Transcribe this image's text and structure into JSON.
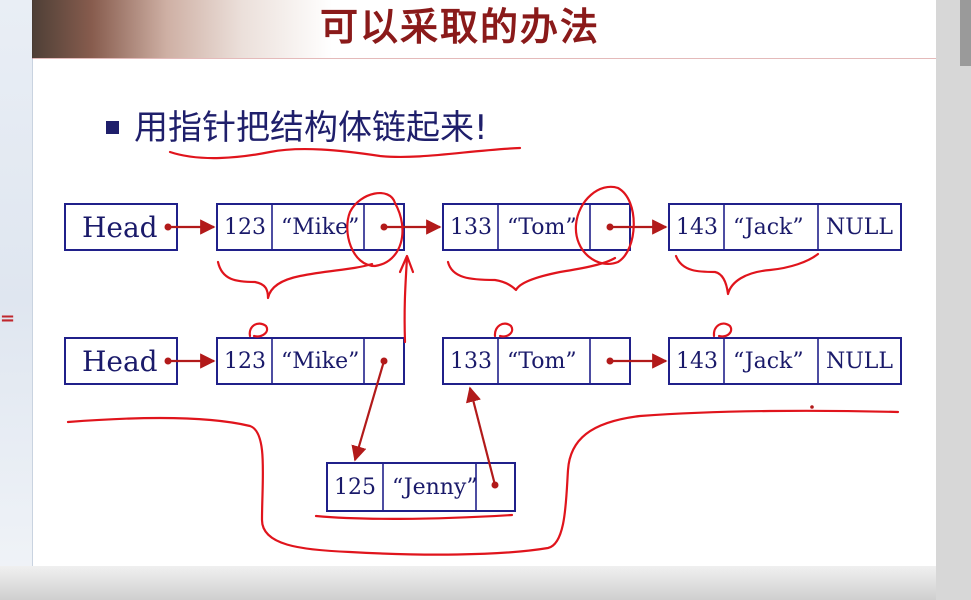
{
  "slide": {
    "title": "可以采取的办法",
    "bullet_text": "用指针把结构体链起来!"
  },
  "left_panel": {
    "mark": "="
  },
  "diagram": {
    "head_label": "Head",
    "null_label": "NULL",
    "row1": [
      {
        "id": "123",
        "name": "“Mike”"
      },
      {
        "id": "133",
        "name": "“Tom”"
      },
      {
        "id": "143",
        "name": "“Jack”"
      }
    ],
    "row2": [
      {
        "id": "123",
        "name": "“Mike”"
      },
      {
        "id": "133",
        "name": "“Tom”"
      },
      {
        "id": "143",
        "name": "“Jack”"
      }
    ],
    "inserted": {
      "id": "125",
      "name": "“Jenny”"
    }
  },
  "colors": {
    "title": "#8a1a1a",
    "text": "#1a1a6a",
    "box_border": "#20208a",
    "arrow": "#b21a1a",
    "ink": "#e0141c"
  }
}
